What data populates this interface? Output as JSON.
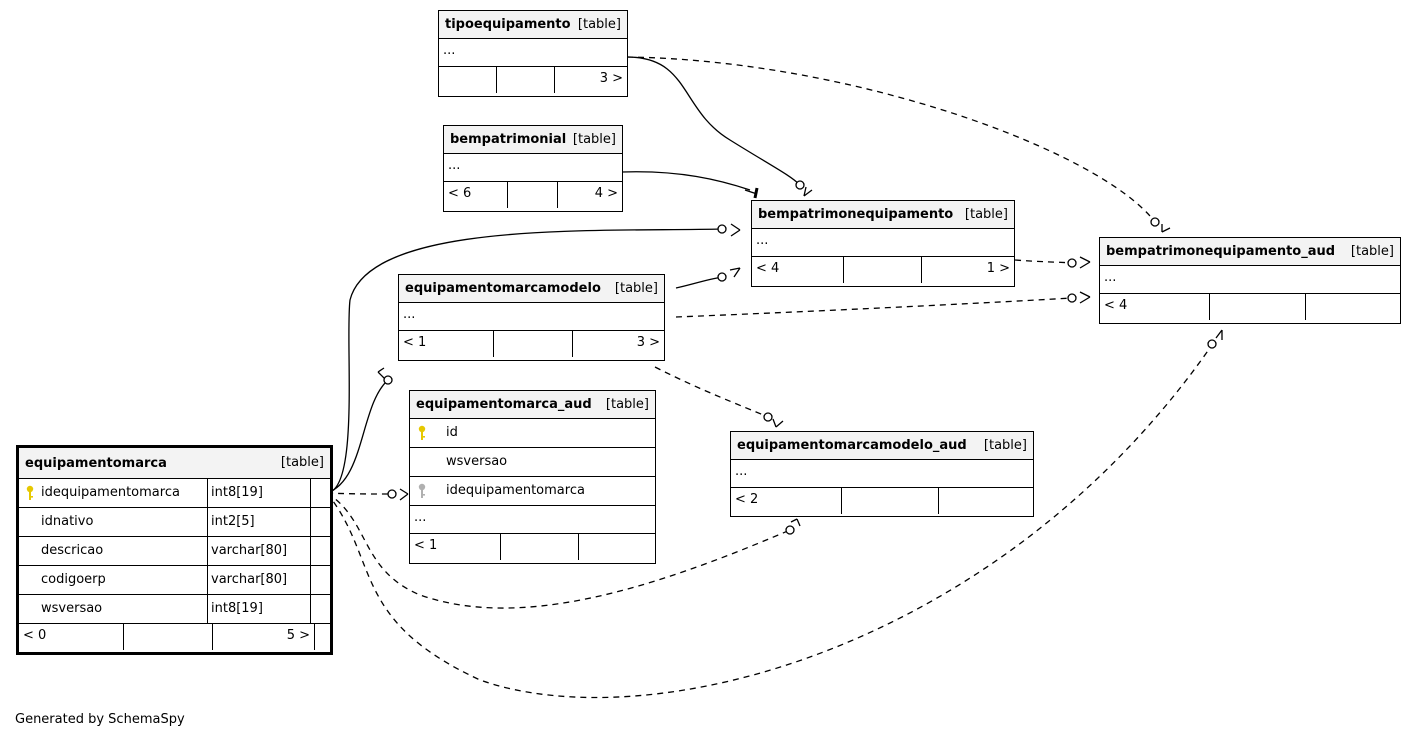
{
  "table_tag": "[table]",
  "ellipsis": "...",
  "footer": "Generated by SchemaSpy",
  "tables": {
    "tipoequipamento": {
      "name": "tipoequipamento",
      "counts": [
        "",
        "",
        "3 >"
      ]
    },
    "bempatrimonial": {
      "name": "bempatrimonial",
      "counts": [
        "< 6",
        "",
        "4 >"
      ]
    },
    "bempatrimonequipamento": {
      "name": "bempatrimonequipamento",
      "counts": [
        "< 4",
        "",
        "1 >"
      ]
    },
    "bempatrimonequipamento_aud": {
      "name": "bempatrimonequipamento_aud",
      "counts": [
        "< 4",
        "",
        ""
      ]
    },
    "equipamentomarcamodelo": {
      "name": "equipamentomarcamodelo",
      "counts": [
        "< 1",
        "",
        "3 >"
      ]
    },
    "equipamentomarca_aud": {
      "name": "equipamentomarca_aud",
      "columns": [
        "id",
        "wsversao",
        "idequipamentomarca"
      ],
      "counts": [
        "< 1",
        "",
        ""
      ]
    },
    "equipamentomarcamodelo_aud": {
      "name": "equipamentomarcamodelo_aud",
      "counts": [
        "< 2",
        "",
        ""
      ]
    },
    "equipamentomarca": {
      "name": "equipamentomarca",
      "columns": [
        {
          "name": "idequipamentomarca",
          "type": "int8[19]"
        },
        {
          "name": "idnativo",
          "type": "int2[5]"
        },
        {
          "name": "descricao",
          "type": "varchar[80]"
        },
        {
          "name": "codigoerp",
          "type": "varchar[80]"
        },
        {
          "name": "wsversao",
          "type": "int8[19]"
        }
      ],
      "counts": [
        "< 0",
        "",
        "5 >"
      ]
    }
  },
  "colors": {
    "primary_key": "#e6c800",
    "foreign_key": "#b0b0b0",
    "header": "#f3f3f3"
  }
}
